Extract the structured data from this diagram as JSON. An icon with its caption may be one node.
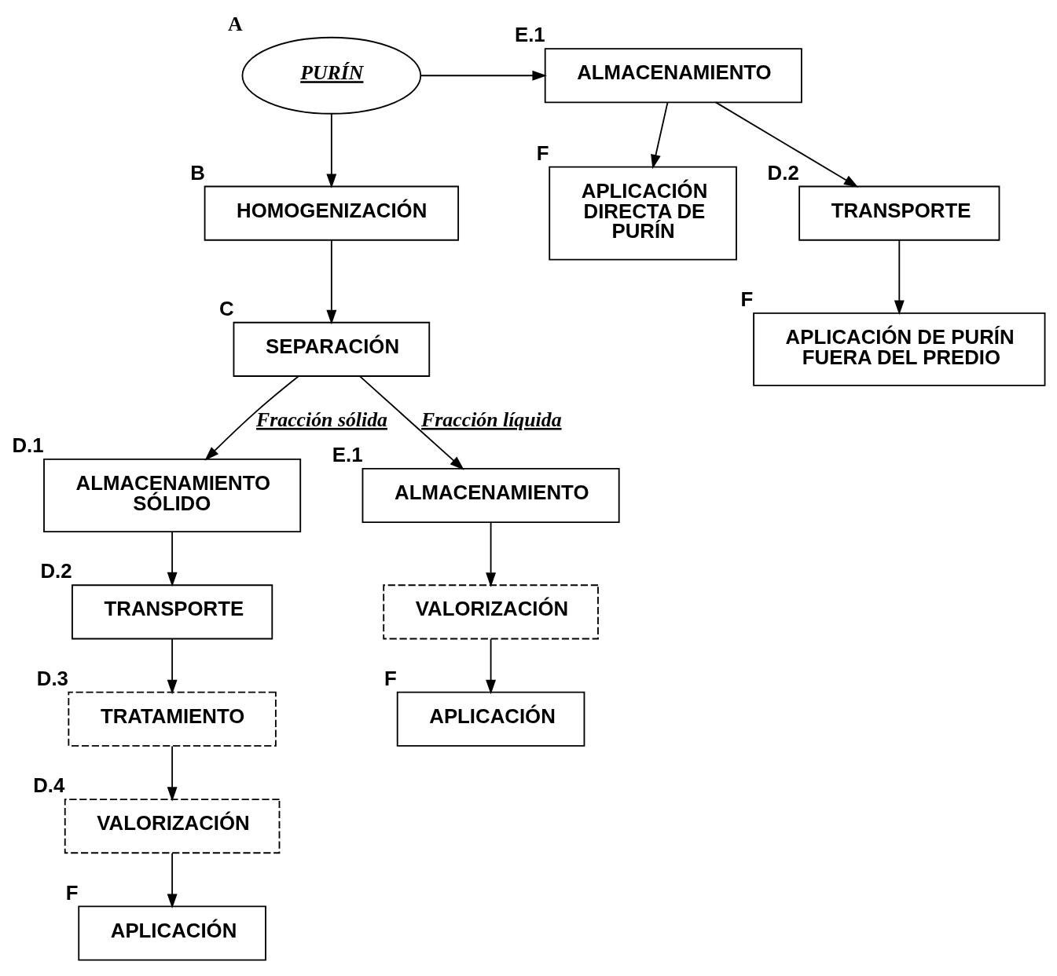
{
  "diagram": {
    "nodes": [
      {
        "text": [
          "PURÍN"
        ],
        "beside": [
          "A"
        ]
      },
      {
        "text": [
          "ALMACENAMIENTO"
        ],
        "beside": [
          "E.1"
        ]
      },
      {
        "text": [
          "HOMOGENIZACIÓN"
        ],
        "beside": [
          "B"
        ]
      },
      {
        "text": [
          "TRANSPORTE"
        ],
        "beside": [
          "D.2"
        ]
      },
      {
        "text": [
          "APLICACIÓN DIRECTA DE PURÍN"
        ],
        "beside": [
          "F"
        ]
      },
      {
        "text": [
          "SEPARACIÓN"
        ],
        "beside": [
          "C"
        ]
      },
      {
        "text": [
          "APLICACIÓN DE PURÍN  FUERA DEL PREDIO"
        ],
        "beside": [
          "F"
        ]
      },
      {
        "text": [
          "ALMACENAMIENTO SÓLIDO"
        ],
        "beside": [
          "D.1"
        ]
      },
      {
        "text": [
          "ALMACENAMIENTO"
        ],
        "beside": [
          "E.1"
        ]
      },
      {
        "text": [
          "TRANSPORTE"
        ],
        "beside": [
          "D.2"
        ]
      },
      {
        "text": [
          "TRATAMIENTO"
        ],
        "beside": [
          "D.3"
        ]
      },
      {
        "text": [
          "VALORIZACIÓN"
        ],
        "beside": [
          "D.4"
        ]
      },
      {
        "text": [
          "VALORIZACIÓN"
        ]
      },
      {
        "text": [
          "APLICACIÓN"
        ],
        "beside": [
          "F"
        ]
      },
      {
        "text": [
          "APLICACIÓN"
        ],
        "beside": [
          "F"
        ]
      }
    ],
    "edges": [
      {
        "from": 0,
        "to": 1,
        "arrow": "to"
      },
      {
        "from": 0,
        "to": 2,
        "arrow": "to"
      },
      {
        "from": 1,
        "to": 4,
        "arrow": "to"
      },
      {
        "from": 1,
        "to": 3,
        "arrow": "to"
      },
      {
        "from": 3,
        "to": 6,
        "arrow": "to"
      },
      {
        "from": 2,
        "to": 5,
        "arrow": "to"
      },
      {
        "from": 5,
        "to": 7,
        "arrow": "to",
        "label": "Fracción sólida"
      },
      {
        "from": 5,
        "to": 8,
        "arrow": "to",
        "label": "Fracción líquida"
      },
      {
        "from": 7,
        "to": 9,
        "arrow": "to"
      },
      {
        "from": 9,
        "to": 10,
        "arrow": "to"
      },
      {
        "from": 10,
        "to": 11,
        "arrow": "to"
      },
      {
        "from": 11,
        "to": 13,
        "arrow": "to"
      },
      {
        "from": 8,
        "to": 12,
        "arrow": "to"
      },
      {
        "from": 12,
        "to": 14,
        "arrow": "to"
      }
    ]
  }
}
